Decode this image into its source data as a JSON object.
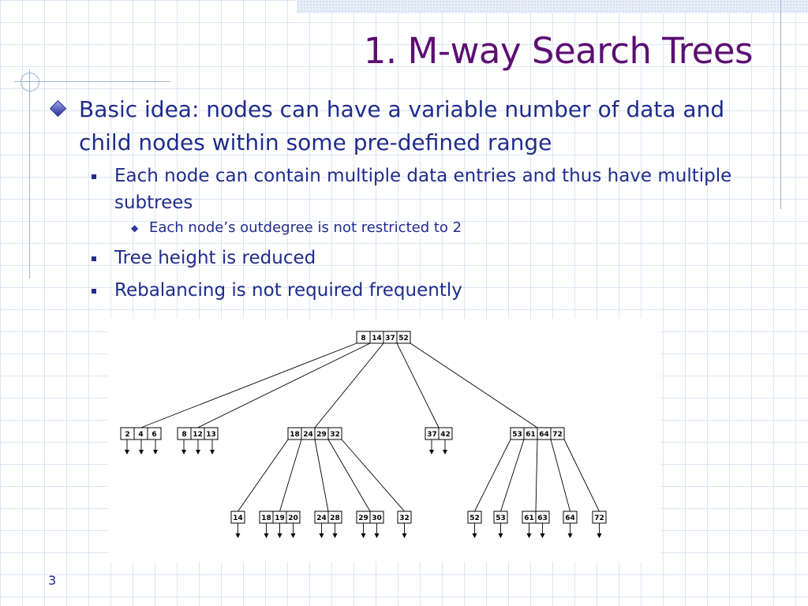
{
  "slide": {
    "title": "1. M-way Search Trees",
    "page_number": "3"
  },
  "bullets": {
    "main": "Basic idea: nodes can have a variable number of data and child nodes within some pre-defined range",
    "sub1": "Each node can contain multiple data entries and thus have multiple subtrees",
    "sub1_detail": "Each node’s outdegree is not restricted to 2",
    "sub2": "Tree height is reduced",
    "sub3": "Rebalancing is not required frequently"
  },
  "colors": {
    "title": "#5c0f72",
    "text": "#1f2c8c",
    "grid": "#dde6f2"
  },
  "icons": {
    "level1": "diamond-bullet-icon",
    "level2": "square-bullet-icon",
    "level3": "small-diamond-bullet-icon"
  },
  "tree": {
    "root": [
      "8",
      "14",
      "37",
      "52"
    ],
    "level1": [
      [
        "2",
        "4",
        "6"
      ],
      [
        "8",
        "12",
        "13"
      ],
      [
        "18",
        "24",
        "29",
        "32"
      ],
      [
        "37",
        "42"
      ],
      [
        "53",
        "61",
        "64",
        "72"
      ]
    ],
    "level2": [
      [
        "14"
      ],
      [
        "18",
        "19",
        "20"
      ],
      [
        "24",
        "28"
      ],
      [
        "29",
        "30"
      ],
      [
        "32"
      ],
      [
        "52"
      ],
      [
        "53"
      ],
      [
        "61",
        "63"
      ],
      [
        "64"
      ],
      [
        "72"
      ]
    ]
  }
}
